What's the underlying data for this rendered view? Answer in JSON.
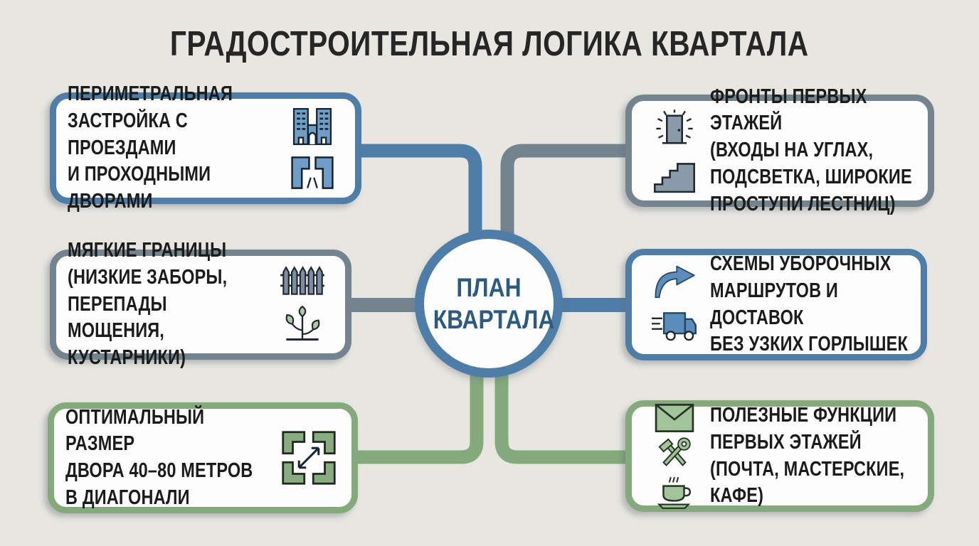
{
  "title": "ГРАДОСТРОИТЕЛЬНАЯ ЛОГИКА КВАРТАЛА",
  "center_circle": {
    "label": "ПЛАН\nКВАРТАЛА"
  },
  "colors": {
    "blue": "#4e7da7",
    "gray": "#74848f",
    "green": "#84aa7c",
    "icon_blue": "#6f9dc6",
    "icon_gray": "#8b9aa8",
    "icon_green": "#a3c49a",
    "circle_text": "#2d5a7e",
    "background": "#e7e6e1"
  },
  "boxes": [
    {
      "id": "perimeter",
      "position": "top-left",
      "accent": "blue",
      "text": "ПЕРИМЕТРАЛЬНАЯ\nЗАСТРОЙКА С ПРОЕЗДАМИ\nИ ПРОХОДНЫМИ\nДВОРАМИ",
      "icons": [
        "buildings-icon",
        "courtyard-passage-icon"
      ]
    },
    {
      "id": "borders",
      "position": "middle-left",
      "accent": "gray",
      "text": "МЯГКИЕ ГРАНИЦЫ\n(НИЗКИЕ ЗАБОРЫ,\nПЕРЕПАДЫ МОЩЕНИЯ,\nКУСТАРНИКИ)",
      "icons": [
        "picket-fence-icon",
        "plant-icon"
      ]
    },
    {
      "id": "size",
      "position": "bottom-left",
      "accent": "green",
      "text": "ОПТИМАЛЬНЫЙ РАЗМЕР\nДВОРА 40–80 МЕТРОВ\nВ ДИАГОНАЛИ",
      "icons": [
        "courtyard-size-icon"
      ]
    },
    {
      "id": "fronts",
      "position": "top-right",
      "accent": "gray",
      "text": "ФРОНТЫ ПЕРВЫХ ЭТАЖЕЙ\n(ВХОДЫ НА УГЛАХ,\nПОДСВЕТКА, ШИРОКИЕ\nПРОСТУПИ ЛЕСТНИЦ)",
      "icons": [
        "lit-door-icon",
        "stairs-icon"
      ]
    },
    {
      "id": "routes",
      "position": "middle-right",
      "accent": "blue",
      "text": "СХЕМЫ УБОРОЧНЫХ\nМАРШРУТОВ И ДОСТАВОК\nБЕЗ УЗКИХ ГОРЛЫШЕК",
      "icons": [
        "route-arrow-icon",
        "delivery-truck-icon"
      ]
    },
    {
      "id": "functions",
      "position": "bottom-right",
      "accent": "green",
      "text": "ПОЛЕЗНЫЕ ФУНКЦИИ\nПЕРВЫХ ЭТАЖЕЙ\n(ПОЧТА, МАСТЕРСКИЕ, КАФЕ)",
      "icons": [
        "mail-envelope-icon",
        "workshop-tools-icon",
        "coffee-cup-icon"
      ]
    }
  ]
}
